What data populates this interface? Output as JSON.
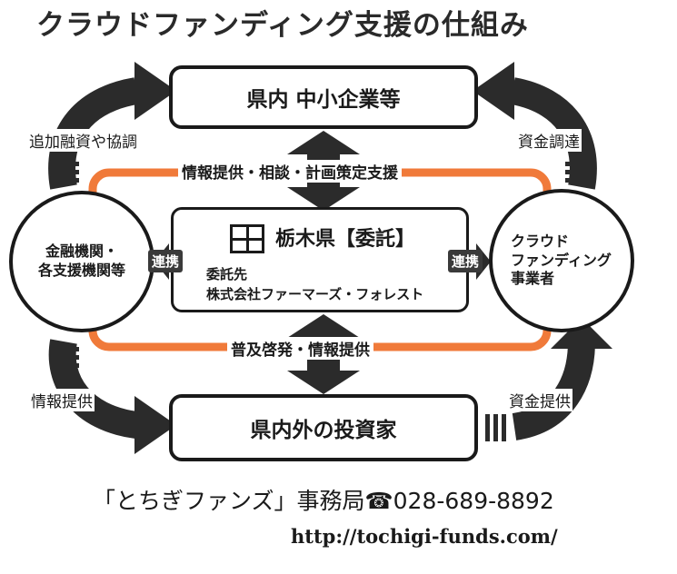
{
  "title": "クラウドファンディング支援の仕組み",
  "top_box": "県内 中小企業等",
  "bottom_box": "県内外の投資家",
  "center_box": {
    "title": "栃木県【委託】",
    "sub1": "委託先",
    "sub2": "株式会社ファーマーズ・フォレスト"
  },
  "left_circle": {
    "line1": "金融機関・",
    "line2": "各支援機関等"
  },
  "right_circle": {
    "line1": "クラウド",
    "line2": "ファンディング",
    "line3": "事業者"
  },
  "labels": {
    "top_left": "追加融資や協調",
    "top_right": "資金調達",
    "bottom_left": "情報提供",
    "bottom_right": "資金提供",
    "band_top": "情報提供・相談・計画策定支援",
    "band_bottom": "普及啓発・情報提供",
    "link_left": "連携",
    "link_right": "連携"
  },
  "footer": {
    "contact": "「とちぎファンズ」事務局☎028-689-8892",
    "url": "http://tochigi-funds.com/"
  },
  "colors": {
    "accent": "#f07a3a",
    "arrow": "#2b2b2b"
  }
}
